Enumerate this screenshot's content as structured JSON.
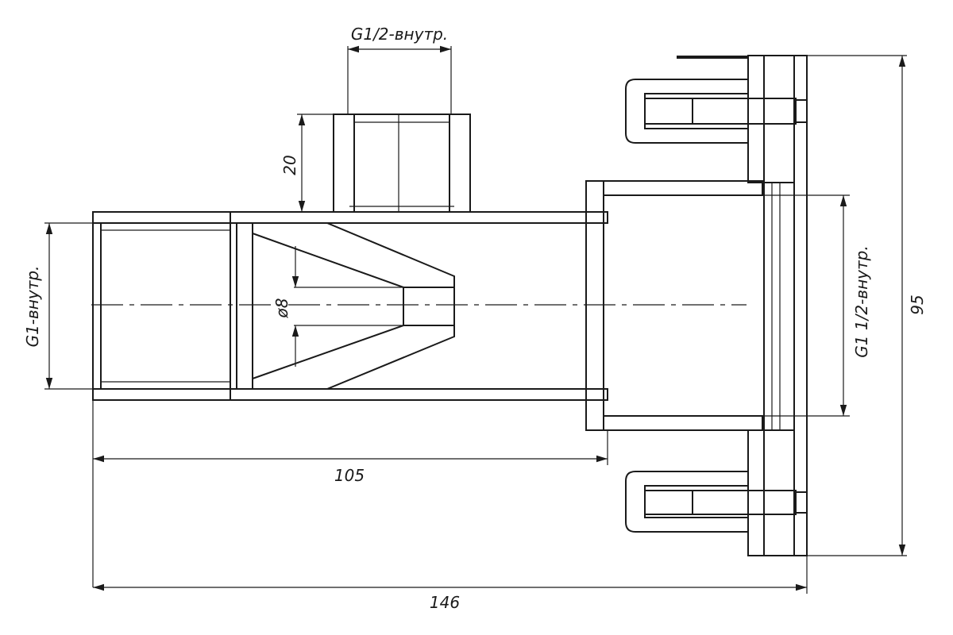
{
  "drawing": {
    "labels": {
      "thread_top": "G1/2-внутр.",
      "height_20": "20",
      "thread_left": "G1-внутр.",
      "dia_nozzle": "ø8",
      "length_105": "105",
      "length_146": "146",
      "thread_right": "G1 1/2-внутр.",
      "height_95": "95"
    },
    "line_color": "#1a1a1a",
    "background": "#ffffff"
  }
}
